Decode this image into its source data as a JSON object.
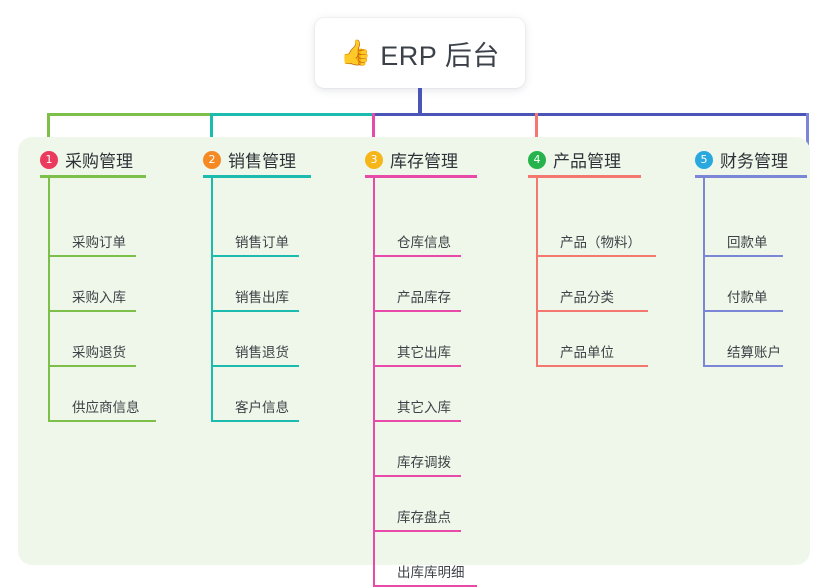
{
  "root": {
    "icon": "thumbs-up-icon",
    "icon_glyph": "👍",
    "title": "ERP 后台"
  },
  "palette": {
    "page_background": "#ffffff",
    "panel_background": "#eef7e9",
    "card_background": "#ffffff",
    "text": "#3e4248",
    "green": "#7cc04a",
    "teal": "#1bbcae",
    "pink": "#e84aa7",
    "red": "#f4786f",
    "blue": "#7b86d6",
    "indigo": "#4b55b8",
    "badge_1": "#ea3a5d",
    "badge_2": "#f58a25",
    "badge_3": "#f6b519",
    "badge_4": "#27b34b",
    "badge_5": "#29a8e0"
  },
  "columns": [
    {
      "number": "1",
      "badge_color": "#ea3a5d",
      "line_color": "#7cc04a",
      "title": "采购管理",
      "items": [
        "采购订单",
        "采购入库",
        "采购退货",
        "供应商信息"
      ]
    },
    {
      "number": "2",
      "badge_color": "#f58a25",
      "line_color": "#1bbcae",
      "title": "销售管理",
      "items": [
        "销售订单",
        "销售出库",
        "销售退货",
        "客户信息"
      ]
    },
    {
      "number": "3",
      "badge_color": "#f6b519",
      "line_color": "#e84aa7",
      "title": "库存管理",
      "items": [
        "仓库信息",
        "产品库存",
        "其它出库",
        "其它入库",
        "库存调拨",
        "库存盘点",
        "出库库明细"
      ]
    },
    {
      "number": "4",
      "badge_color": "#27b34b",
      "line_color": "#f4786f",
      "title": "产品管理",
      "items": [
        "产品（物料）",
        "产品分类",
        "产品单位"
      ]
    },
    {
      "number": "5",
      "badge_color": "#29a8e0",
      "line_color": "#7b86d6",
      "title": "财务管理",
      "items": [
        "回款单",
        "付款单",
        "结算账户"
      ]
    }
  ]
}
